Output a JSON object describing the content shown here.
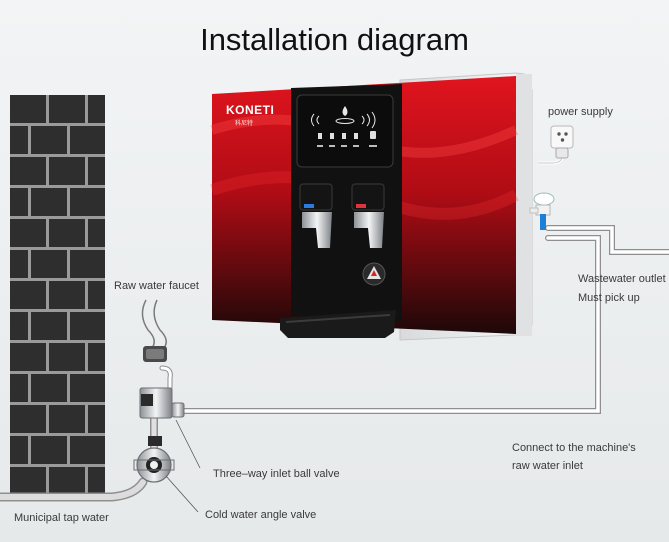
{
  "title": "Installation diagram",
  "brand": {
    "name": "KONETI",
    "subname": "科尼特"
  },
  "labels": {
    "power_supply": "power supply",
    "raw_water_faucet": "Raw water faucet",
    "wastewater_outlet": "Wastewater outlet",
    "must_pick_up": "Must pick up",
    "connect_line1": "Connect to the machine's",
    "connect_line2": "raw water inlet",
    "three_way_valve": "Three–way inlet ball valve",
    "cold_water_valve": "Cold water angle valve",
    "municipal_tap": "Municipal tap water"
  },
  "colors": {
    "wall": "#2d2d2d",
    "mortar": "#9a9a9a",
    "panel_red": "#c8101a",
    "panel_dark": "#1a0a0b",
    "pipe": "#ffffff",
    "pipe_outline": "#8a8a8a"
  },
  "icons": [
    "drop-icon",
    "child-lock-icon",
    "hot-water-icon",
    "warning-triangle-icon",
    "power-socket-icon"
  ]
}
